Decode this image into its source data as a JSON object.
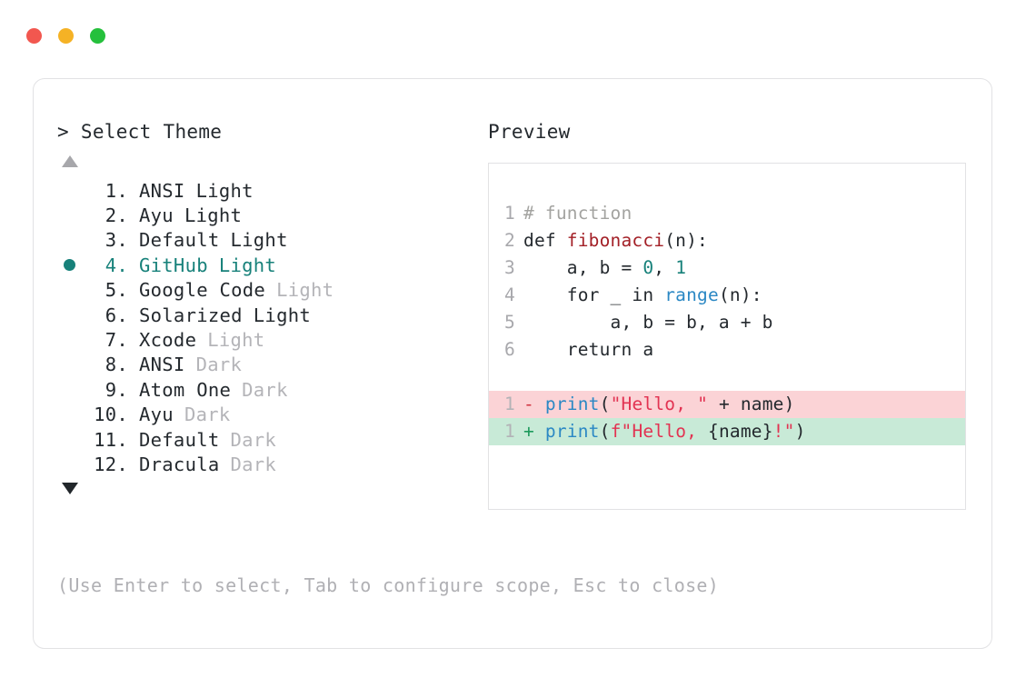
{
  "window": {
    "dots": [
      {
        "name": "close-dot",
        "color": "#f2574f"
      },
      {
        "name": "minimize-dot",
        "color": "#f5b225"
      },
      {
        "name": "maximize-dot",
        "color": "#25c03c"
      }
    ]
  },
  "prompt": {
    "marker": ">",
    "title": "Select Theme",
    "scroll_up_icon": "triangle-up",
    "scroll_down_icon": "triangle-down",
    "selected_index": 4,
    "bullet_color": "#17817a"
  },
  "themes": [
    {
      "index": "1.",
      "name": "ANSI",
      "suffix": "Light",
      "suffix_dim": false,
      "selected": false
    },
    {
      "index": "2.",
      "name": "Ayu",
      "suffix": "Light",
      "suffix_dim": false,
      "selected": false
    },
    {
      "index": "3.",
      "name": "Default",
      "suffix": "Light",
      "suffix_dim": false,
      "selected": false
    },
    {
      "index": "4.",
      "name": "GitHub",
      "suffix": "Light",
      "suffix_dim": false,
      "selected": true
    },
    {
      "index": "5.",
      "name": "Google Code",
      "suffix": "Light",
      "suffix_dim": true,
      "selected": false
    },
    {
      "index": "6.",
      "name": "Solarized",
      "suffix": "Light",
      "suffix_dim": false,
      "selected": false
    },
    {
      "index": "7.",
      "name": "Xcode",
      "suffix": "Light",
      "suffix_dim": true,
      "selected": false
    },
    {
      "index": "8.",
      "name": "ANSI",
      "suffix": "Dark",
      "suffix_dim": true,
      "selected": false
    },
    {
      "index": "9.",
      "name": "Atom One",
      "suffix": "Dark",
      "suffix_dim": true,
      "selected": false
    },
    {
      "index": "10.",
      "name": "Ayu",
      "suffix": "Dark",
      "suffix_dim": true,
      "selected": false
    },
    {
      "index": "11.",
      "name": "Default",
      "suffix": "Dark",
      "suffix_dim": true,
      "selected": false
    },
    {
      "index": "12.",
      "name": "Dracula",
      "suffix": "Dark",
      "suffix_dim": true,
      "selected": false
    }
  ],
  "hint": "(Use Enter to select, Tab to configure scope, Esc to close)",
  "preview": {
    "title": "Preview",
    "code_lines": [
      {
        "num": "1",
        "tokens": [
          {
            "t": "# function",
            "c": "comment"
          }
        ]
      },
      {
        "num": "2",
        "tokens": [
          {
            "t": "def ",
            "c": "kw"
          },
          {
            "t": "fibonacci",
            "c": "fn"
          },
          {
            "t": "(n):",
            "c": "plain"
          }
        ]
      },
      {
        "num": "3",
        "tokens": [
          {
            "t": "    a, b = ",
            "c": "plain"
          },
          {
            "t": "0",
            "c": "num"
          },
          {
            "t": ", ",
            "c": "plain"
          },
          {
            "t": "1",
            "c": "num"
          }
        ]
      },
      {
        "num": "4",
        "tokens": [
          {
            "t": "    for _ in ",
            "c": "plain"
          },
          {
            "t": "range",
            "c": "builtin"
          },
          {
            "t": "(n):",
            "c": "plain"
          }
        ]
      },
      {
        "num": "5",
        "tokens": [
          {
            "t": "        a, b = b, a + b",
            "c": "plain"
          }
        ]
      },
      {
        "num": "6",
        "tokens": [
          {
            "t": "    return a",
            "c": "plain"
          }
        ]
      }
    ],
    "diff_lines": [
      {
        "num": "1",
        "kind": "del",
        "sign": "-",
        "tokens": [
          {
            "t": "print",
            "c": "builtin"
          },
          {
            "t": "(",
            "c": "plain"
          },
          {
            "t": "\"Hello, \"",
            "c": "str"
          },
          {
            "t": " + name)",
            "c": "plain"
          }
        ]
      },
      {
        "num": "1",
        "kind": "add",
        "sign": "+",
        "tokens": [
          {
            "t": "print",
            "c": "builtin"
          },
          {
            "t": "(",
            "c": "plain"
          },
          {
            "t": "f\"Hello, ",
            "c": "str"
          },
          {
            "t": "{name}",
            "c": "plain"
          },
          {
            "t": "!\"",
            "c": "str"
          },
          {
            "t": ")",
            "c": "plain"
          }
        ]
      }
    ],
    "colors": {
      "comment": "#a3a3a0",
      "keyword": "#24292e",
      "function": "#a32027",
      "number": "#17817a",
      "builtin": "#2b88c4",
      "string": "#e23352",
      "diff_del_bg": "#fbd3d6",
      "diff_add_bg": "#c8ead7"
    }
  }
}
